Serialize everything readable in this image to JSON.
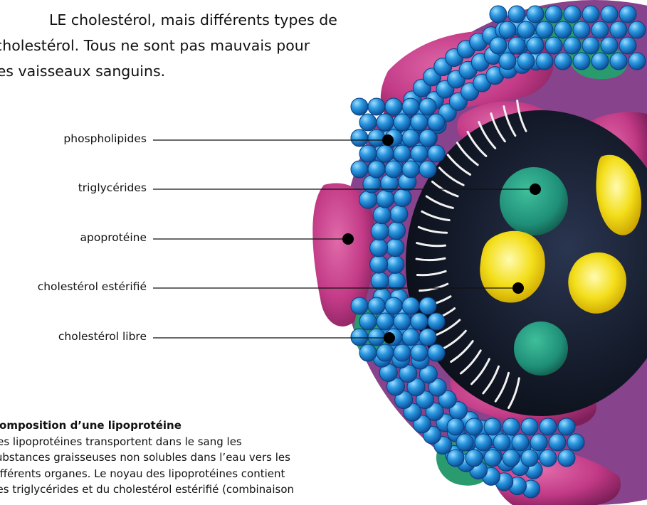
{
  "intro": {
    "line1": "LE cholestérol, mais différents types de",
    "line2": "cholestérol. Tous ne sont pas mauvais pour",
    "line3": "les vaisseaux sanguins."
  },
  "labels": {
    "phospholipides": "phospholipides",
    "triglycerides": "triglycérides",
    "apoproteine": "apoprotéine",
    "cholesterol_esterifie": "cholestérol estérifié",
    "cholesterol_libre": "cholestérol libre"
  },
  "caption": {
    "title": "Composition d’une lipoprotéine",
    "lines": [
      "Les lipoprotéines transportent dans le sang les",
      "substances graisseuses non solubles dans l’eau vers les",
      "différents organes. Le noyau des lipoprotéines contient",
      "des triglycérides et du cholestérol estérifié (combinaison"
    ]
  },
  "colors": {
    "phospholipid_blue": "#1e8fd8",
    "apoprotein_magenta": "#c23a86",
    "free_cholesterol_green": "#2a9b6e",
    "triglyceride_teal": "#1f8f78",
    "esterified_yellow": "#f3de1a",
    "core_dark": "#121826",
    "leader_line": "#111111"
  }
}
